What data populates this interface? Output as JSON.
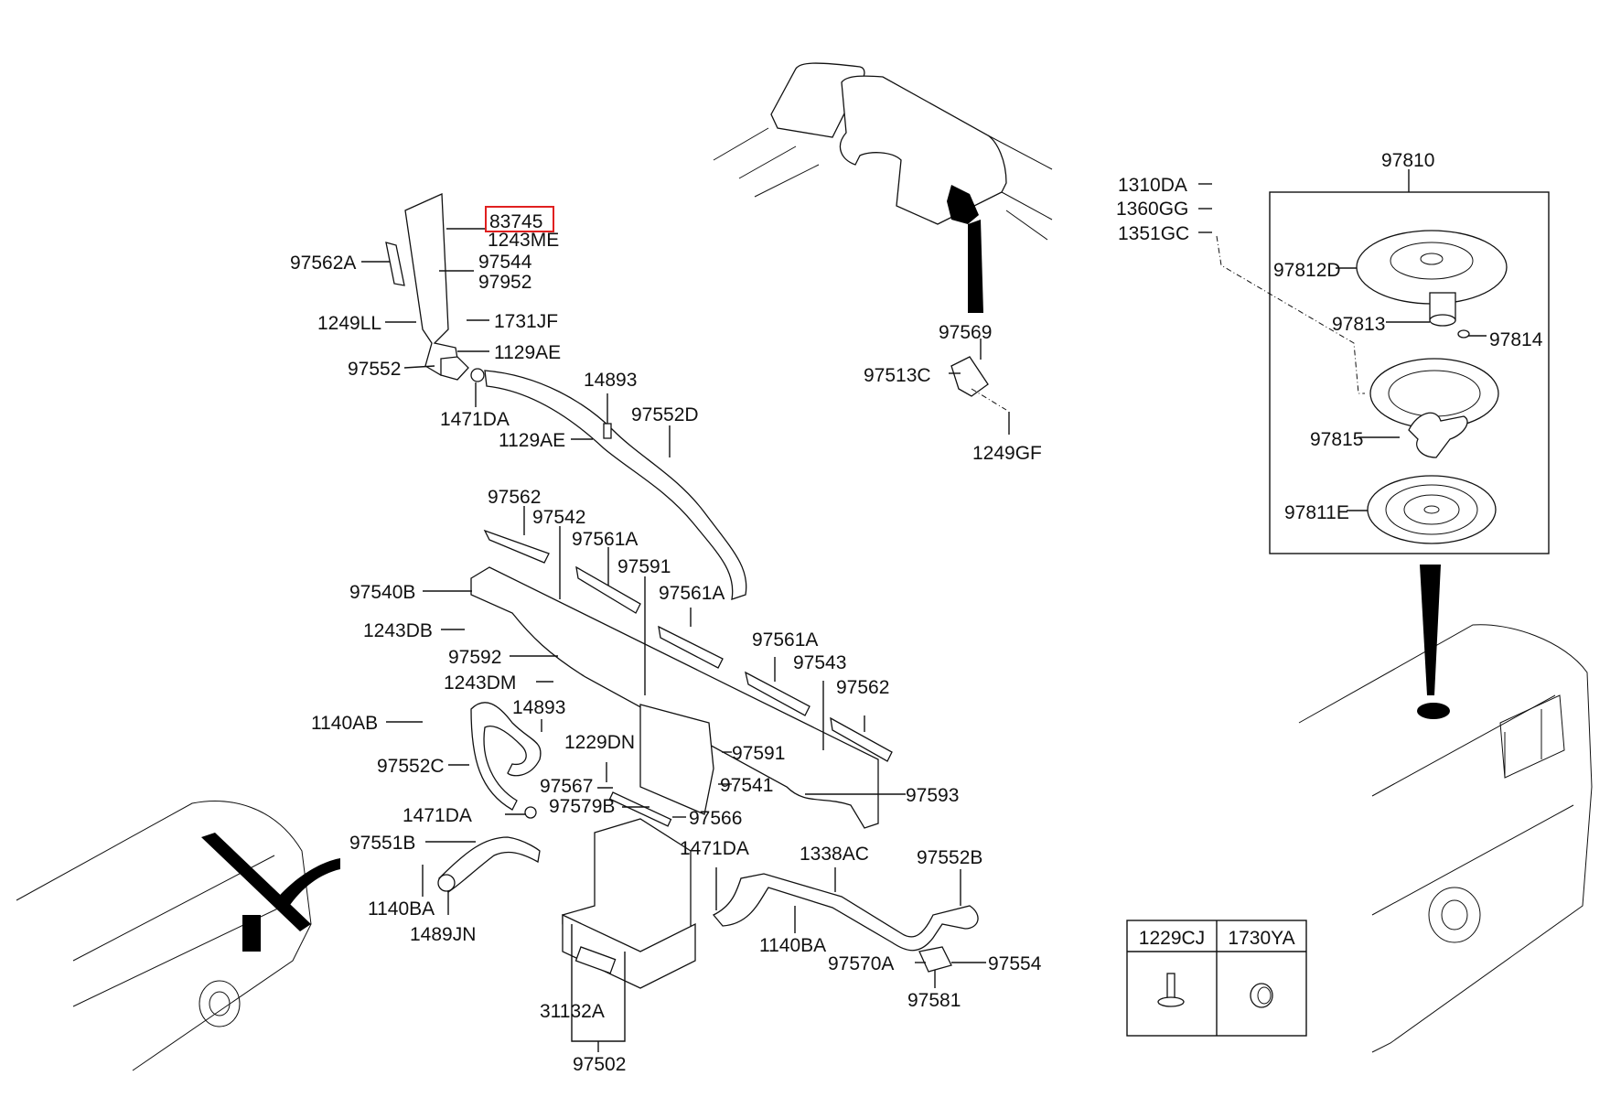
{
  "diagram": {
    "title_context": "Rear heater / ventilation parts diagram",
    "highlighted_part": "83745",
    "highlight_color": "#e02020",
    "callouts": {
      "p83745": "83745",
      "p1243ME": "1243ME",
      "p97562A": "97562A",
      "p97544": "97544",
      "p97952": "97952",
      "p1249LL": "1249LL",
      "p1731JF": "1731JF",
      "p1129AE_a": "1129AE",
      "p97552": "97552",
      "p1471DA_a": "1471DA",
      "p14893_a": "14893",
      "p97552D": "97552D",
      "p1129AE_b": "1129AE",
      "p97562_a": "97562",
      "p97542": "97542",
      "p97561A_a": "97561A",
      "p97591_a": "97591",
      "p97561A_b": "97561A",
      "p97540B": "97540B",
      "p1243DB": "1243DB",
      "p97561A_c": "97561A",
      "p97543": "97543",
      "p97592": "97592",
      "p1243DM": "1243DM",
      "p97562_b": "97562",
      "p1140AB": "1140AB",
      "p14893_b": "14893",
      "p1229DN": "1229DN",
      "p97591_b": "97591",
      "p97552C": "97552C",
      "p97567": "97567",
      "p97541": "97541",
      "p97579B": "97579B",
      "p97566": "97566",
      "p97593": "97593",
      "p1471DA_b": "1471DA",
      "p97551B": "97551B",
      "p1471DA_c": "1471DA",
      "p1338AC": "1338AC",
      "p97552B": "97552B",
      "p1140BA_a": "1140BA",
      "p1489JN": "1489JN",
      "p1140BA_b": "1140BA",
      "p97570A": "97570A",
      "p97554": "97554",
      "p97581": "97581",
      "p31132A": "31132A",
      "p97502": "97502",
      "p97569": "97569",
      "p97513C": "97513C",
      "p1249GF": "1249GF",
      "p1310DA": "1310DA",
      "p1360GG": "1360GG",
      "p1351GC": "1351GC",
      "p97810": "97810",
      "p97812D": "97812D",
      "p97813": "97813",
      "p97814": "97814",
      "p97815": "97815",
      "p97811E": "97811E"
    },
    "legend_table": {
      "col1_header": "1229CJ",
      "col2_header": "1730YA",
      "col1_icon": "bolt-icon",
      "col2_icon": "grommet-icon"
    }
  }
}
